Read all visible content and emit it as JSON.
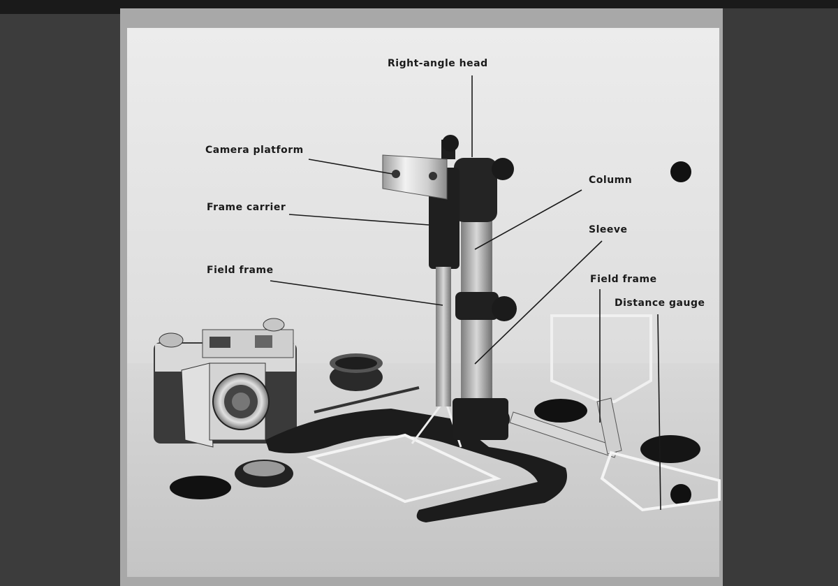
{
  "diagram": {
    "callouts": [
      {
        "id": "right-angle-head",
        "text": "Right-angle head"
      },
      {
        "id": "camera-platform",
        "text": "Camera platform"
      },
      {
        "id": "column",
        "text": "Column"
      },
      {
        "id": "frame-carrier",
        "text": "Frame carrier"
      },
      {
        "id": "sleeve",
        "text": "Sleeve"
      },
      {
        "id": "field-frame-left",
        "text": "Field frame"
      },
      {
        "id": "field-frame-right",
        "text": "Field frame"
      },
      {
        "id": "distance-gauge",
        "text": "Distance gauge"
      }
    ]
  }
}
